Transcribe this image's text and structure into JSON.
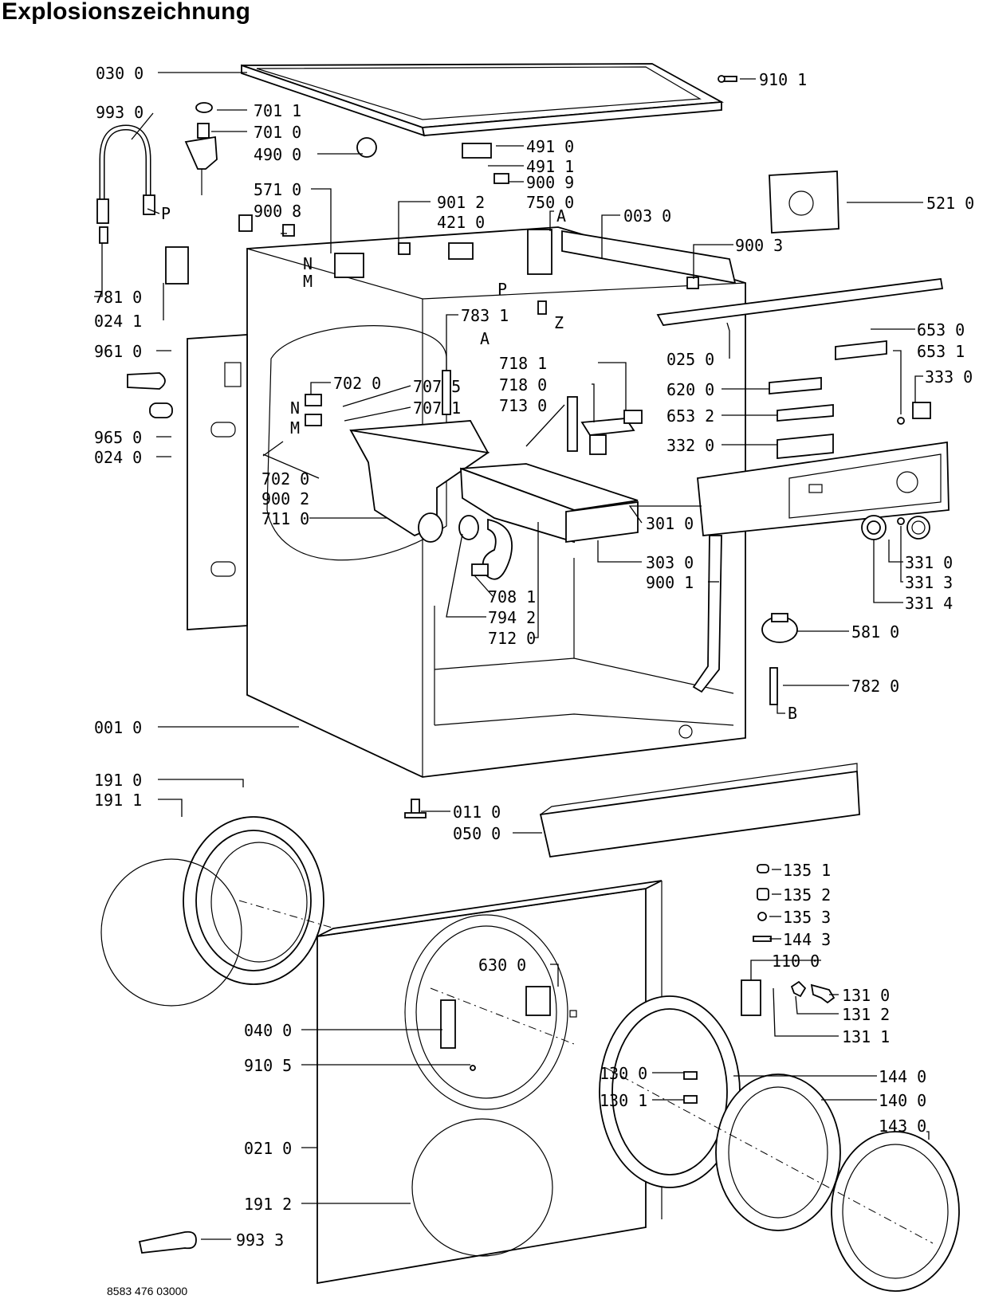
{
  "title": "Explosionszeichnung",
  "footer_code": "8583 476 03000",
  "labels": [
    "030 0",
    "910 1",
    "993 0",
    "701 1",
    "701 0",
    "490 0",
    "491 0",
    "491 1",
    "900 9",
    "571 0",
    "900 8",
    "901 2",
    "421 0",
    "750 0",
    "A",
    "003 0",
    "521 0",
    "900 3",
    "P",
    "N",
    "M",
    "P",
    "Z",
    "781 0",
    "024 1",
    "783 1",
    "A",
    "653 0",
    "961 0",
    "702 0",
    "707 5",
    "707 1",
    "N",
    "M",
    "718 1",
    "718 0",
    "713 0",
    "025 0",
    "653 1",
    "620 0",
    "333 0",
    "653 2",
    "965 0",
    "024 0",
    "332 0",
    "702 0",
    "900 2",
    "711 0",
    "301 0",
    "303 0",
    "331 0",
    "900 1",
    "331 3",
    "331 4",
    "708 1",
    "794 2",
    "712 0",
    "581 0",
    "782 0",
    "B",
    "001 0",
    "191 0",
    "191 1",
    "011 0",
    "050 0",
    "135 1",
    "135 2",
    "135 3",
    "144 3",
    "110 0",
    "630 0",
    "131 0",
    "131 2",
    "131 1",
    "040 0",
    "910 5",
    "130 0",
    "144 0",
    "130 1",
    "140 0",
    "143 0",
    "021 0",
    "191 2",
    "993 3"
  ]
}
